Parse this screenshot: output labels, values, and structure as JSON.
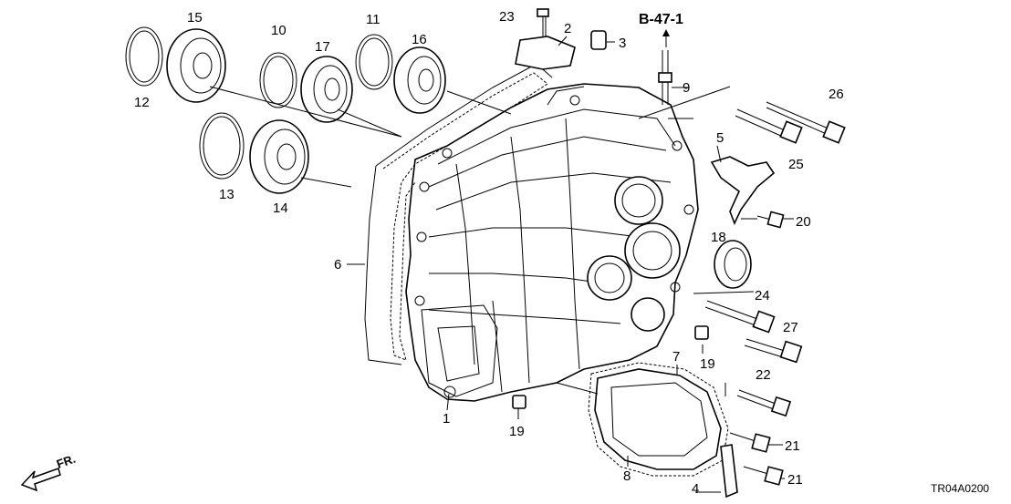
{
  "callouts": {
    "c1": "1",
    "c2": "2",
    "c3": "3",
    "c4": "4",
    "c5": "5",
    "c6": "6",
    "c7": "7",
    "c8": "8",
    "c9": "9",
    "c10": "10",
    "c11": "11",
    "c12": "12",
    "c13": "13",
    "c14": "14",
    "c15": "15",
    "c16": "16",
    "c17": "17",
    "c18": "18",
    "c19a": "19",
    "c19b": "19",
    "c20": "20",
    "c21a": "21",
    "c21b": "21",
    "c22": "22",
    "c23": "23",
    "c24": "24",
    "c25": "25",
    "c26": "26",
    "c27": "27"
  },
  "reference": "B-47-1",
  "direction_label": "FR.",
  "diagram_code": "TR04A0200",
  "icons": {
    "front_arrow": "front-direction-arrow-icon",
    "ref_arrow": "reference-arrow-icon"
  }
}
